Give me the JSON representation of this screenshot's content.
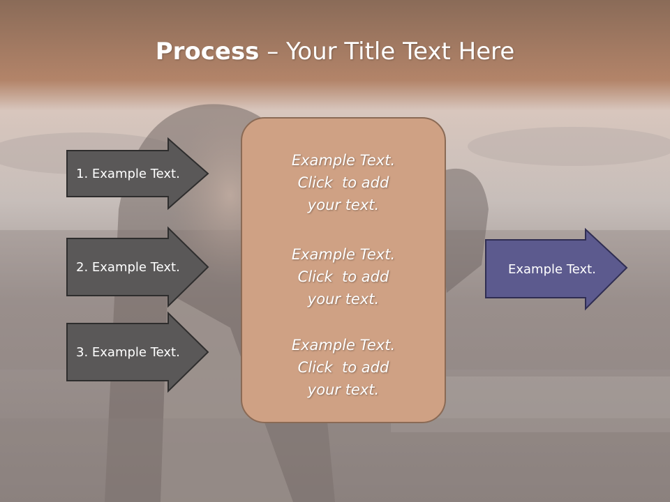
{
  "slide": {
    "title_bold": "Process",
    "title_rest": " – Your Title Text Here"
  },
  "left_arrows": [
    {
      "label": "1. Example Text."
    },
    {
      "label": "2. Example Text."
    },
    {
      "label": "3. Example Text."
    }
  ],
  "center_box": {
    "paragraphs": [
      {
        "line1": "Example Text.",
        "line2": "Click  to add",
        "line3": "your text."
      },
      {
        "line1": "Example Text.",
        "line2": "Click  to add",
        "line3": "your text."
      },
      {
        "line1": "Example Text.",
        "line2": "Click  to add",
        "line3": "your text."
      }
    ]
  },
  "right_arrow": {
    "label": "Example Text."
  },
  "colors": {
    "title_band": "#a77a5c",
    "left_arrow_fill": "#5a5858",
    "center_box_fill": "#cfa184",
    "right_arrow_fill": "#5c5a8e"
  }
}
